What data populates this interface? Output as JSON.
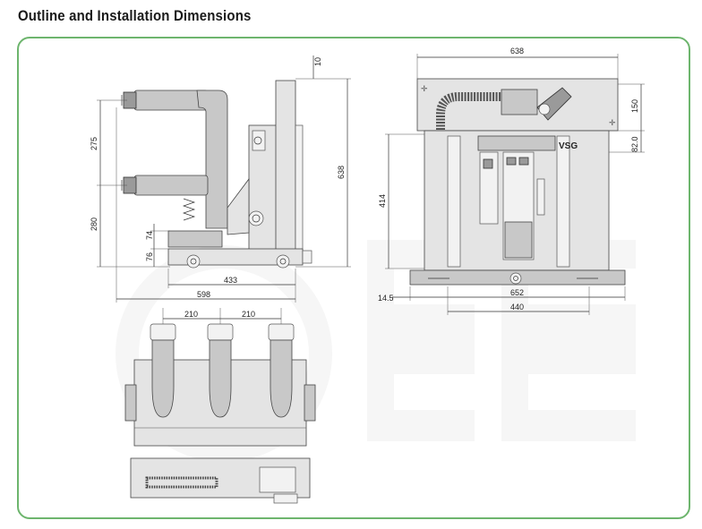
{
  "title": "Outline and Installation Dimensions",
  "colors": {
    "frame": "#6db56d",
    "watermark": "#eeeeee"
  },
  "side_view": {
    "dims": {
      "top_offset": "10",
      "height_total": "638",
      "upper": "275",
      "lower": "280",
      "h74": "74",
      "h76": "76",
      "depth": "433",
      "length": "598"
    }
  },
  "front_view": {
    "label": "VSG",
    "dims": {
      "width_top": "638",
      "h150": "150",
      "h82": "82.0",
      "height": "414",
      "offset": "14.5",
      "rail": "652",
      "base": "440"
    }
  },
  "top_view": {
    "dims": {
      "pitch_1": "210",
      "pitch_2": "210"
    }
  }
}
